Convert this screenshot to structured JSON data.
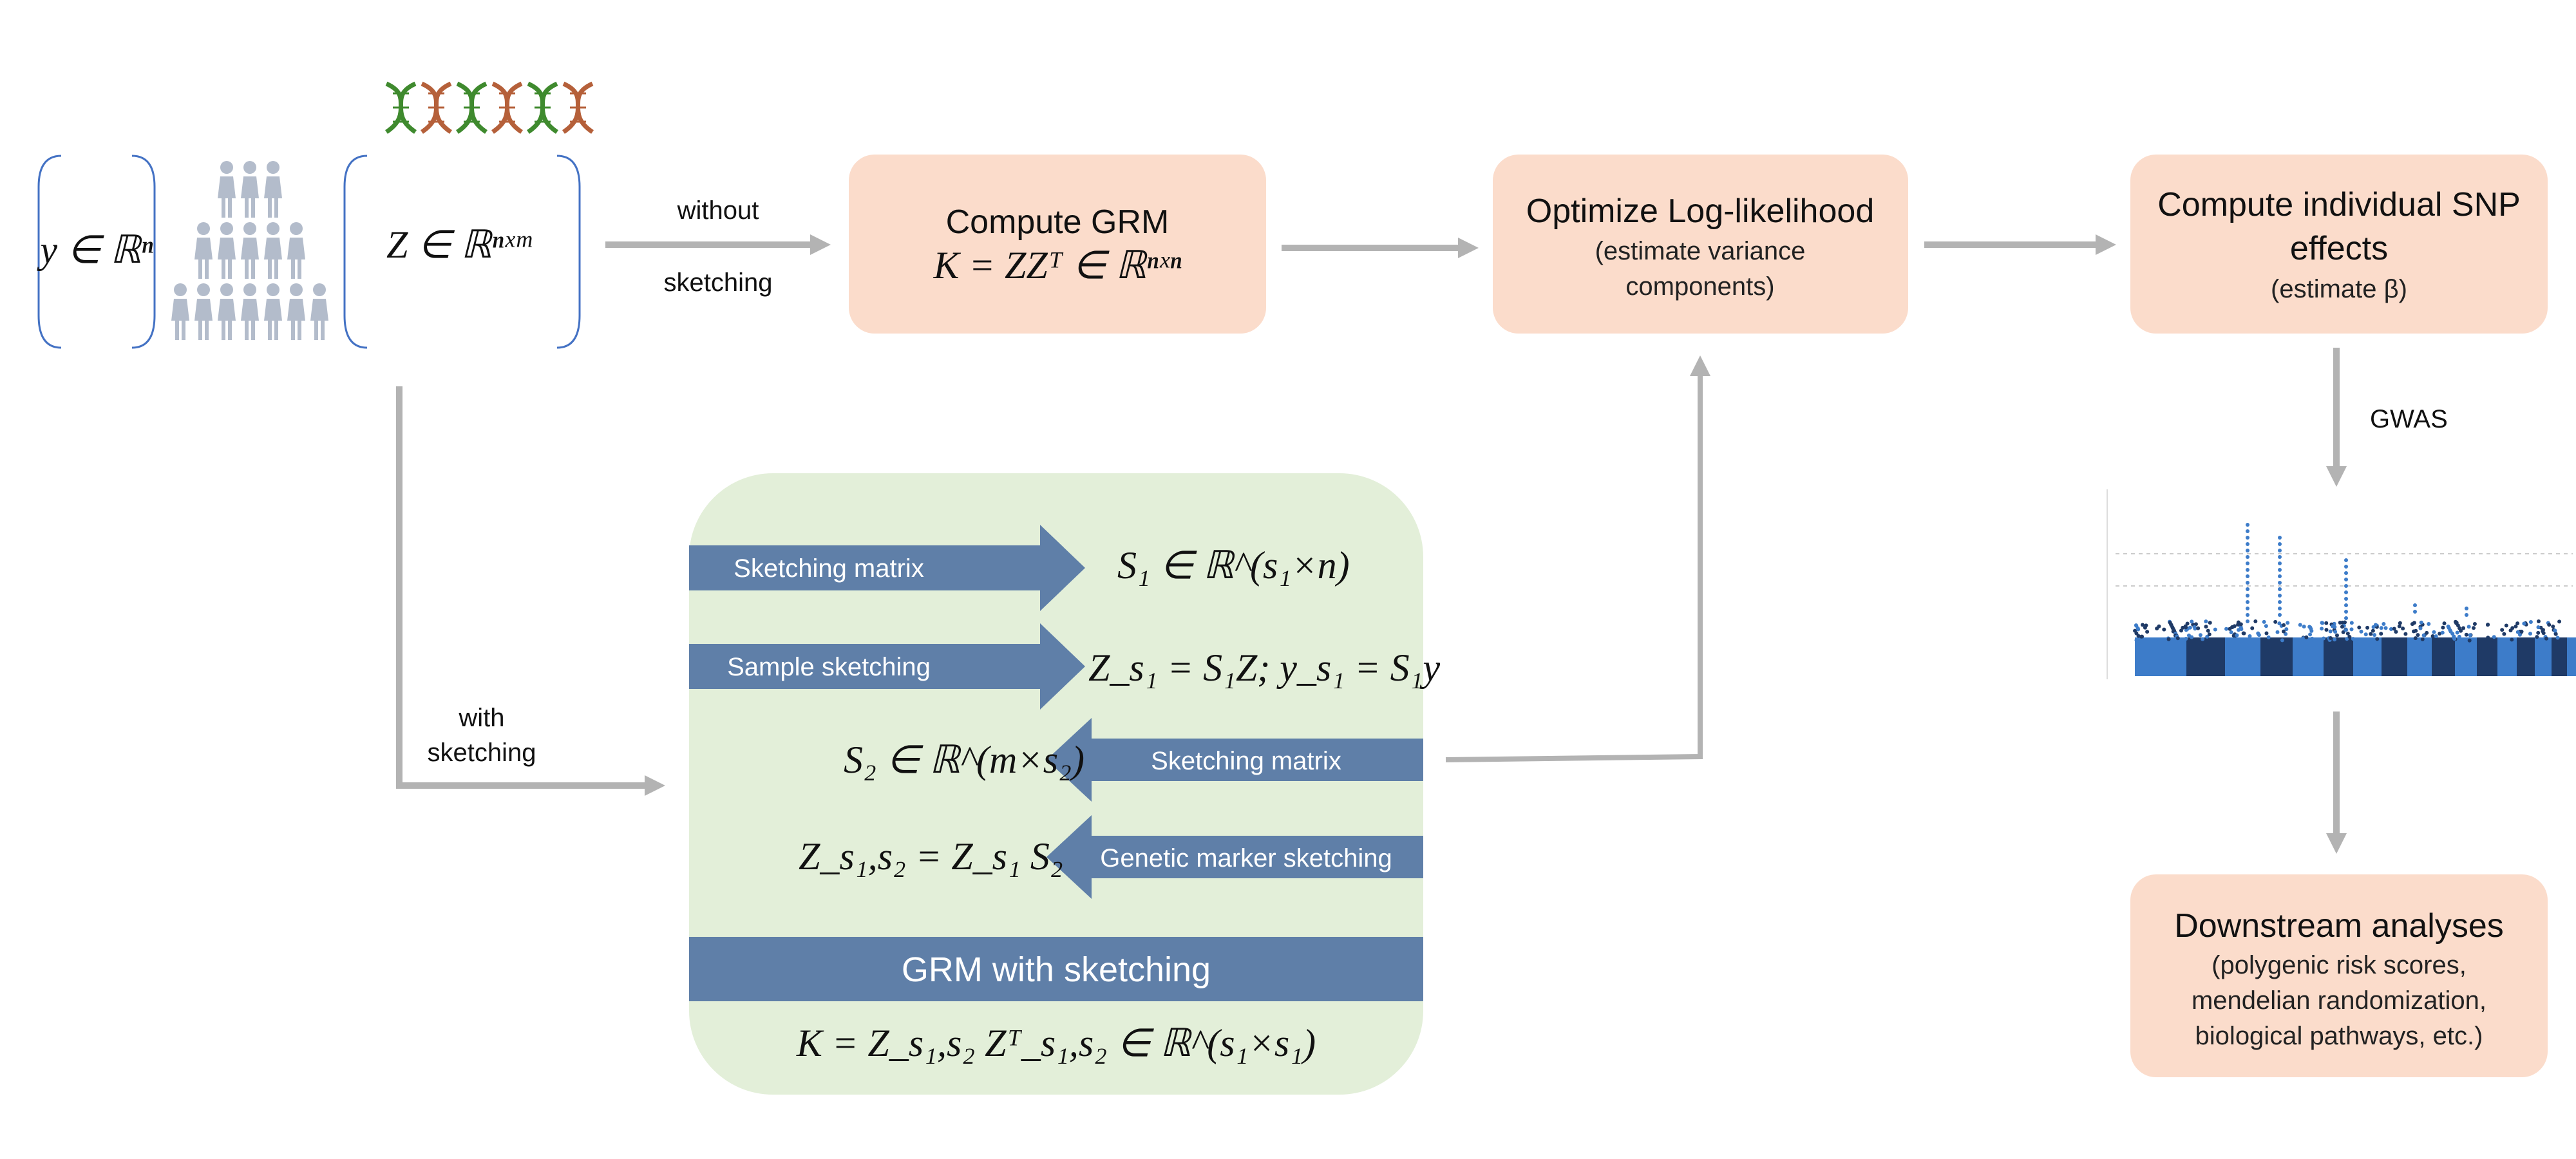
{
  "input": {
    "y_vector": "y ∈ ℝⁿ",
    "z_matrix": "Z ∈ ℝⁿˣᵐ"
  },
  "top_path": {
    "without_line1": "without",
    "without_line2": "sketching"
  },
  "compute_grm": {
    "title": "Compute GRM",
    "formula": "K = ZZᵀ ∈ ℝⁿˣⁿ"
  },
  "optimize": {
    "title": "Optimize Log-likelihood",
    "sub1": "(estimate variance",
    "sub2": "components)"
  },
  "snp_effects": {
    "title1": "Compute individual SNP",
    "title2": "effects",
    "sub": "(estimate β)"
  },
  "gwas_label": "GWAS",
  "downstream": {
    "title": "Downstream analyses",
    "sub1": "(polygenic risk scores,",
    "sub2": "mendelian randomization,",
    "sub3": "biological pathways, etc.)"
  },
  "with_path": {
    "line1": "with",
    "line2": "sketching"
  },
  "sketch_panel": {
    "arrow1": "Sketching matrix",
    "formula1": "S₁ ∈ ℝ^(s₁×n)",
    "arrow2": "Sample sketching",
    "formula2": "Z_s₁ = S₁Z; y_s₁ = S₁y",
    "arrow3": "Sketching matrix",
    "formula3": "S₂ ∈ ℝ^(m×s₂)",
    "arrow4": "Genetic marker sketching",
    "formula4": "Z_s₁,s₂ = Z_s₁ S₂",
    "band": "GRM with sketching",
    "formula5": "K = Z_s₁,s₂ Zᵀ_s₁,s₂ ∈ ℝ^(s₁×s₁)"
  },
  "colors": {
    "peach": "#fbdccb",
    "green_panel": "#e3efd9",
    "steel_blue": "#5f7fa8",
    "arrow_gray": "#b3b3b3",
    "bracket_blue": "#4472c4",
    "people_gray": "#b3bccb",
    "dna_green": "#3f8a2e",
    "dna_brown": "#b5603a",
    "manhattan_dark": "#1f3a66",
    "manhattan_light": "#3d7cc9"
  }
}
